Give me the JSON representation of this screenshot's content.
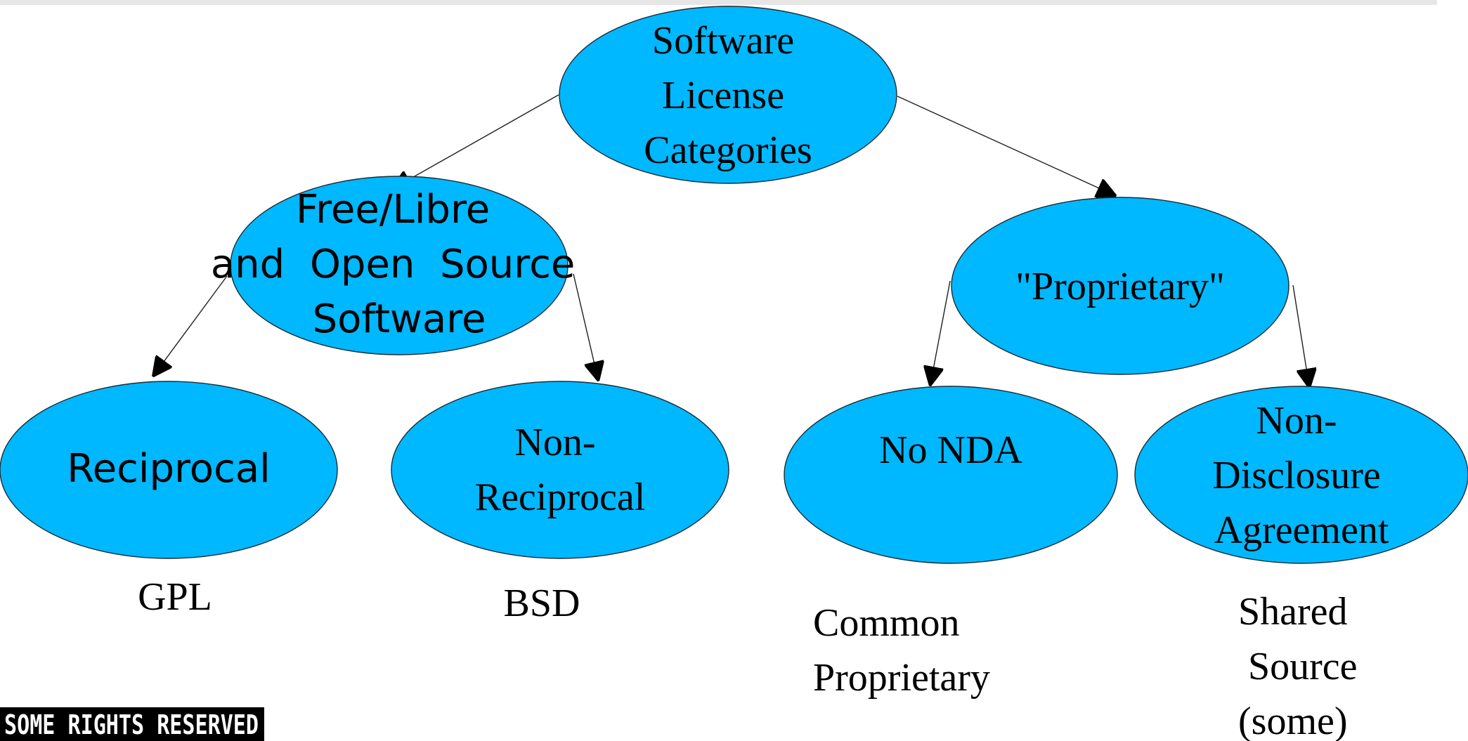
{
  "diagram": {
    "nodes": {
      "root": {
        "lines": [
          "Software",
          "License",
          "Categories"
        ]
      },
      "foss": {
        "lines": [
          "Free/Libre",
          "and  Open  Source",
          "Software"
        ]
      },
      "proprietary": {
        "lines": [
          "\"Proprietary\""
        ]
      },
      "reciprocal": {
        "lines": [
          "Reciprocal"
        ]
      },
      "non_reciprocal": {
        "lines": [
          "Non-",
          "Reciprocal"
        ]
      },
      "no_nda": {
        "lines": [
          "No NDA"
        ]
      },
      "nda": {
        "lines": [
          "Non-",
          "Disclosure",
          "Agreement"
        ]
      }
    },
    "examples": {
      "gpl": {
        "lines": [
          "GPL"
        ]
      },
      "bsd": {
        "lines": [
          "BSD"
        ]
      },
      "common": {
        "lines": [
          "Common",
          "Proprietary"
        ]
      },
      "shared": {
        "lines": [
          "Shared",
          " Source",
          "(some)"
        ]
      }
    },
    "edges": [
      {
        "from": "root",
        "to": "foss"
      },
      {
        "from": "root",
        "to": "proprietary"
      },
      {
        "from": "foss",
        "to": "reciprocal"
      },
      {
        "from": "foss",
        "to": "non_reciprocal"
      },
      {
        "from": "proprietary",
        "to": "no_nda"
      },
      {
        "from": "proprietary",
        "to": "nda"
      }
    ]
  },
  "colors": {
    "node_fill": "#00b8ff",
    "node_stroke": "#1f2a33",
    "edge": "#1f1f1f"
  },
  "badge": {
    "label": "SOME RIGHTS RESERVED"
  }
}
